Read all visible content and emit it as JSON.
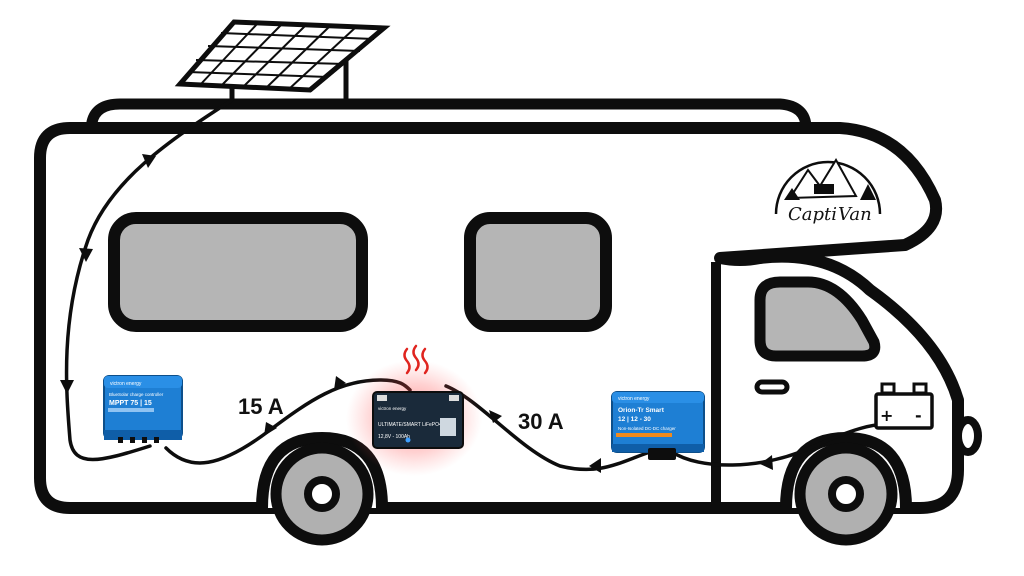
{
  "labels": {
    "current_solar": "15 A",
    "current_dcdc": "30 A"
  },
  "devices": {
    "solar_controller": {
      "brand": "victron energy",
      "line1": "BlueSolar charge controller",
      "model": "MPPT 75 | 15"
    },
    "lithium_battery": {
      "brand": "victron energy",
      "line1": "ULTIMATE/SMART LiFePO4",
      "line2": "12,8V - 100Ah"
    },
    "dcdc_charger": {
      "brand": "victron energy",
      "line1": "Orion-Tr Smart",
      "line2": "12 | 12 - 30",
      "line3": "Non-Isolated DC-DC charger"
    },
    "starter_battery": {
      "plus": "+",
      "minus": "-"
    }
  },
  "logo": {
    "text_left": "Capti",
    "text_right": "Van"
  },
  "colors": {
    "outline": "#0d0d0d",
    "window_fill": "#b5b5b5",
    "wheel_fill": "#b0b0b0",
    "device_blue": "#1e7fd4",
    "device_orange": "#f08a1c",
    "battery_body": "#1a2a3a",
    "heat_red": "#ff3b3b"
  }
}
